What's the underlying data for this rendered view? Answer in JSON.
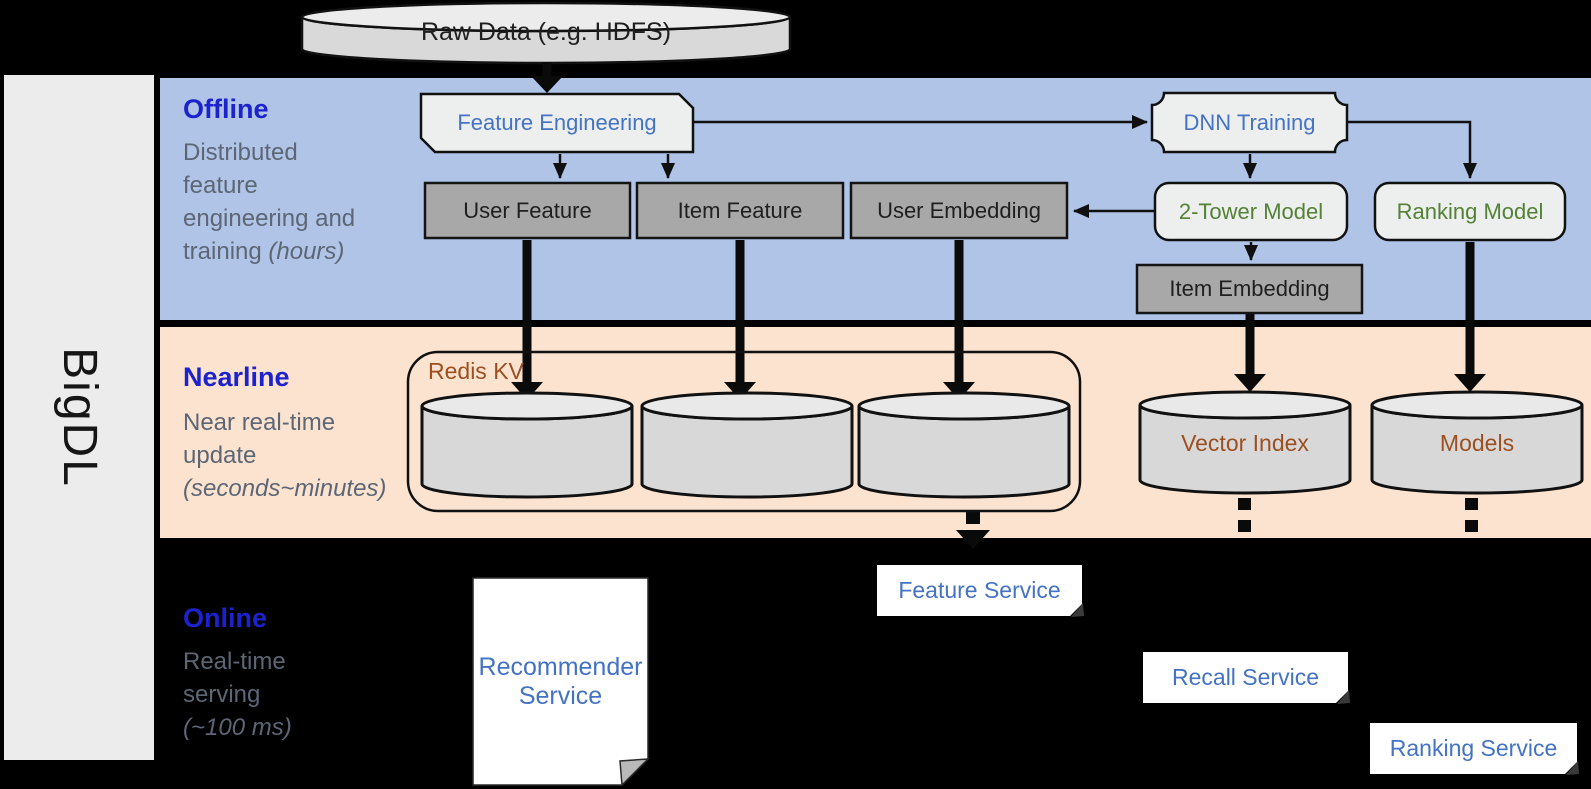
{
  "brand": {
    "name": "BigDL"
  },
  "source": {
    "raw_data": "Raw Data (e.g. HDFS)"
  },
  "sections": {
    "offline": {
      "title": "Offline",
      "description": "Distributed feature engineering and training",
      "note": "(hours)"
    },
    "nearline": {
      "title": "Nearline",
      "description": "Near real-time update",
      "note": "(seconds~minutes)"
    },
    "online": {
      "title": "Online",
      "description": "Real-time serving",
      "note": "(~100 ms)"
    }
  },
  "nodes": {
    "feature_engineering": "Feature Engineering",
    "dnn_training": "DNN Training",
    "user_feature": "User Feature",
    "item_feature": "Item Feature",
    "user_embedding": "User Embedding",
    "two_tower_model": "2-Tower Model",
    "ranking_model": "Ranking Model",
    "item_embedding": "Item Embedding",
    "redis_kv": "Redis KV",
    "vector_index": "Vector Index",
    "models": "Models",
    "recommender_service": "Recommender Service",
    "feature_service": "Feature Service",
    "recall_service": "Recall Service",
    "ranking_service": "Ranking Service"
  },
  "colors": {
    "offline_band": "#b0c4e7",
    "nearline_band": "#fce3d0",
    "online_band": "#000000",
    "sidebar": "#ececec",
    "section_title_blue": "#1d22cf",
    "section_text_gray": "#5c6675",
    "node_text_blue": "#4472c4",
    "node_text_green": "#538135",
    "node_text_brown": "#9c4f21",
    "gray_box_fill": "#a8a8a8",
    "light_box_fill": "#edefee",
    "cylinder_fill": "#d8d8d8",
    "service_box_fill": "#ffffff"
  }
}
